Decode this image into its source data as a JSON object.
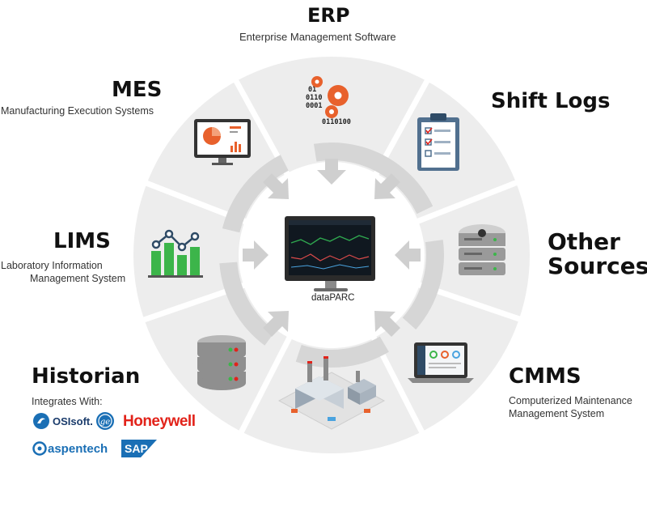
{
  "diagram": {
    "center": {
      "label": "dataPARC",
      "icon": "monitor-trends-icon"
    },
    "sources": [
      {
        "key": "erp",
        "title": "ERP",
        "subtitle": "Enterprise Management Software",
        "icon": "binary-gears-icon"
      },
      {
        "key": "mes",
        "title": "MES",
        "subtitle": "Manufacturing Execution Systems",
        "icon": "monitor-piechart-icon"
      },
      {
        "key": "shift",
        "title": "Shift Logs",
        "subtitle": "",
        "icon": "clipboard-checklist-icon"
      },
      {
        "key": "lims",
        "title": "LIMS",
        "subtitle_line1": "Laboratory Information",
        "subtitle_line2": "Management System",
        "icon": "bar-line-chart-icon"
      },
      {
        "key": "other",
        "title_line1": "Other",
        "title_line2": "Sources",
        "icon": "server-stack-icon"
      },
      {
        "key": "historian",
        "title": "Historian",
        "subtitle": "Integrates With:",
        "icon": "database-stack-icon"
      },
      {
        "key": "cmms",
        "title": "CMMS",
        "subtitle_line1": "Computerized Maintenance",
        "subtitle_line2": "Management System",
        "icon": "laptop-dashboard-icon"
      },
      {
        "key": "plant",
        "icon": "isometric-plant-icon"
      }
    ],
    "historian_logos": [
      "OSIsoft.",
      "Honeywell",
      "aspentech",
      "SAP"
    ],
    "colors": {
      "ring": "#ededed",
      "arrow": "#d4d4d4",
      "accent_orange": "#e8612c",
      "accent_green": "#3cb54a",
      "honeywell_red": "#e2231a",
      "logo_blue": "#1a6fb5"
    }
  }
}
